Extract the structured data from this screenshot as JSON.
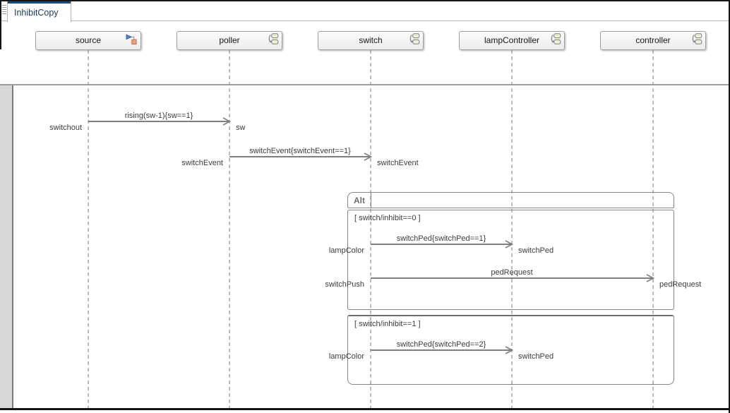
{
  "window": {
    "tab_label": "InhibitCopy"
  },
  "lifelines": [
    {
      "label": "source",
      "icon": "simulink-block-icon"
    },
    {
      "label": "poller",
      "icon": "stateflow-chart-icon"
    },
    {
      "label": "switch",
      "icon": "stateflow-chart-icon"
    },
    {
      "label": "lampController",
      "icon": "stateflow-chart-icon"
    },
    {
      "label": "controller",
      "icon": "stateflow-chart-icon"
    }
  ],
  "messages": [
    {
      "label": "rising(sw-1){sw==1}",
      "from": "source",
      "to": "poller",
      "source_label": "switchout",
      "target_label": "sw"
    },
    {
      "label": "switchEvent{switchEvent==1}",
      "from": "poller",
      "to": "switch",
      "source_label": "switchEvent",
      "target_label": "switchEvent"
    },
    {
      "label": "switchPed{switchPed==1}",
      "from": "switch",
      "to": "lampController",
      "source_label": "lampColor",
      "target_label": "switchPed"
    },
    {
      "label": "pedRequest",
      "from": "switch",
      "to": "controller",
      "source_label": "switchPush",
      "target_label": "pedRequest"
    },
    {
      "label": "switchPed{switchPed==2}",
      "from": "switch",
      "to": "lampController",
      "source_label": "lampColor",
      "target_label": "switchPed"
    }
  ],
  "fragment": {
    "operator": "Alt",
    "operands": [
      {
        "guard": "[ switch/inhibit==0 ]"
      },
      {
        "guard": "[ switch/inhibit==1 ]"
      }
    ]
  },
  "colors": {
    "tab_accent": "#1d4e7f",
    "message_line": "#7f7f7f",
    "lifeline_dash": "#bcbcbc",
    "fragment_border": "#858585",
    "gutter_fill": "#d8d8d8",
    "header_border": "#9f9f9f"
  }
}
